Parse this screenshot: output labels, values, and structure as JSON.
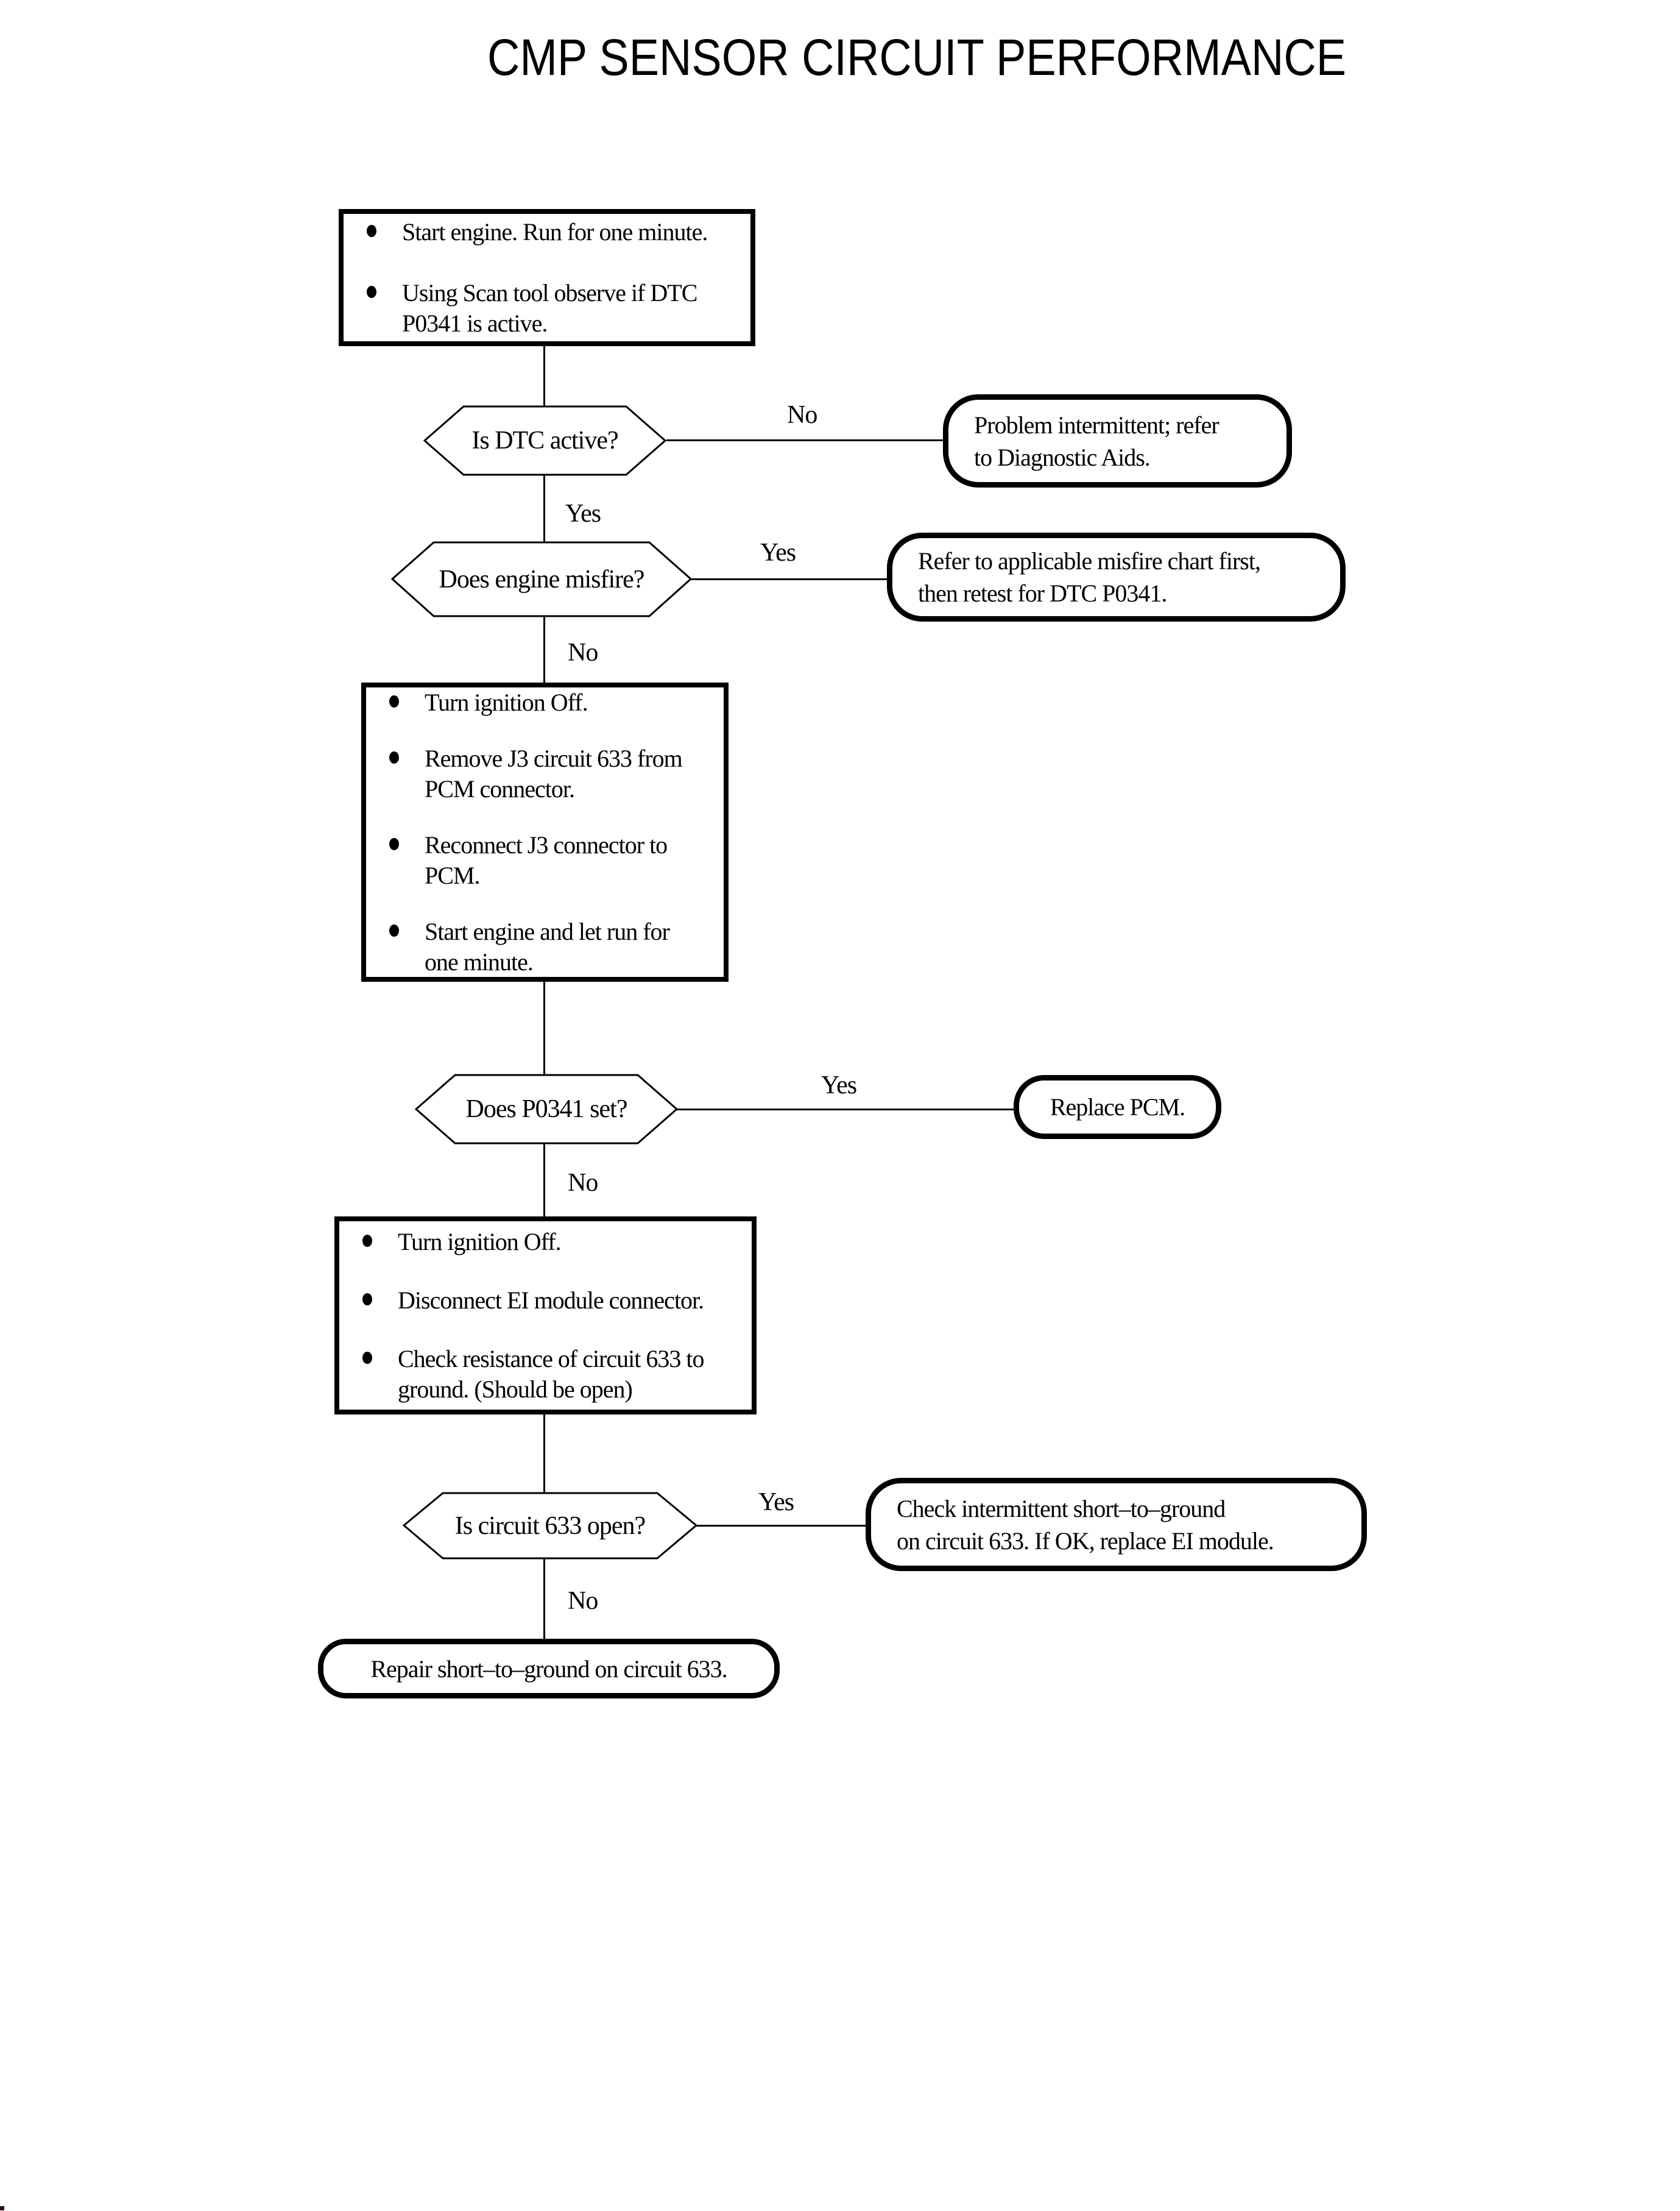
{
  "title": "CMP SENSOR CIRCUIT PERFORMANCE",
  "flow": {
    "process1": {
      "bullets": [
        [
          "Start engine. Run for one minute."
        ],
        [
          "Using Scan tool observe if DTC",
          "P0341 is active."
        ]
      ]
    },
    "decision1": {
      "question": "Is DTC active?",
      "no_label": "No",
      "yes_label": "Yes"
    },
    "terminal1": {
      "lines": [
        "Problem intermittent; refer",
        "to Diagnostic Aids."
      ]
    },
    "decision2": {
      "question": "Does engine misfire?",
      "yes_label": "Yes",
      "no_label": "No"
    },
    "terminal2": {
      "lines": [
        "Refer to applicable misfire chart first,",
        "then retest for DTC P0341."
      ]
    },
    "process2": {
      "bullets": [
        [
          "Turn ignition Off."
        ],
        [
          "Remove J3 circuit 633 from",
          "PCM connector."
        ],
        [
          "Reconnect J3 connector to",
          "PCM."
        ],
        [
          "Start engine and let run for",
          "one minute."
        ]
      ]
    },
    "decision3": {
      "question": "Does P0341 set?",
      "yes_label": "Yes",
      "no_label": "No"
    },
    "terminal3": {
      "lines": [
        "Replace PCM."
      ]
    },
    "process3": {
      "bullets": [
        [
          "Turn ignition Off."
        ],
        [
          "Disconnect EI module connector."
        ],
        [
          "Check resistance of circuit 633 to",
          "ground. (Should be open)"
        ]
      ]
    },
    "decision4": {
      "question": "Is circuit 633 open?",
      "yes_label": "Yes",
      "no_label": "No"
    },
    "terminal4": {
      "lines": [
        "Check intermittent short–to–ground",
        "on circuit 633. If OK, replace EI module."
      ]
    },
    "terminal5": {
      "lines": [
        "Repair short–to–ground on circuit 633."
      ]
    }
  }
}
